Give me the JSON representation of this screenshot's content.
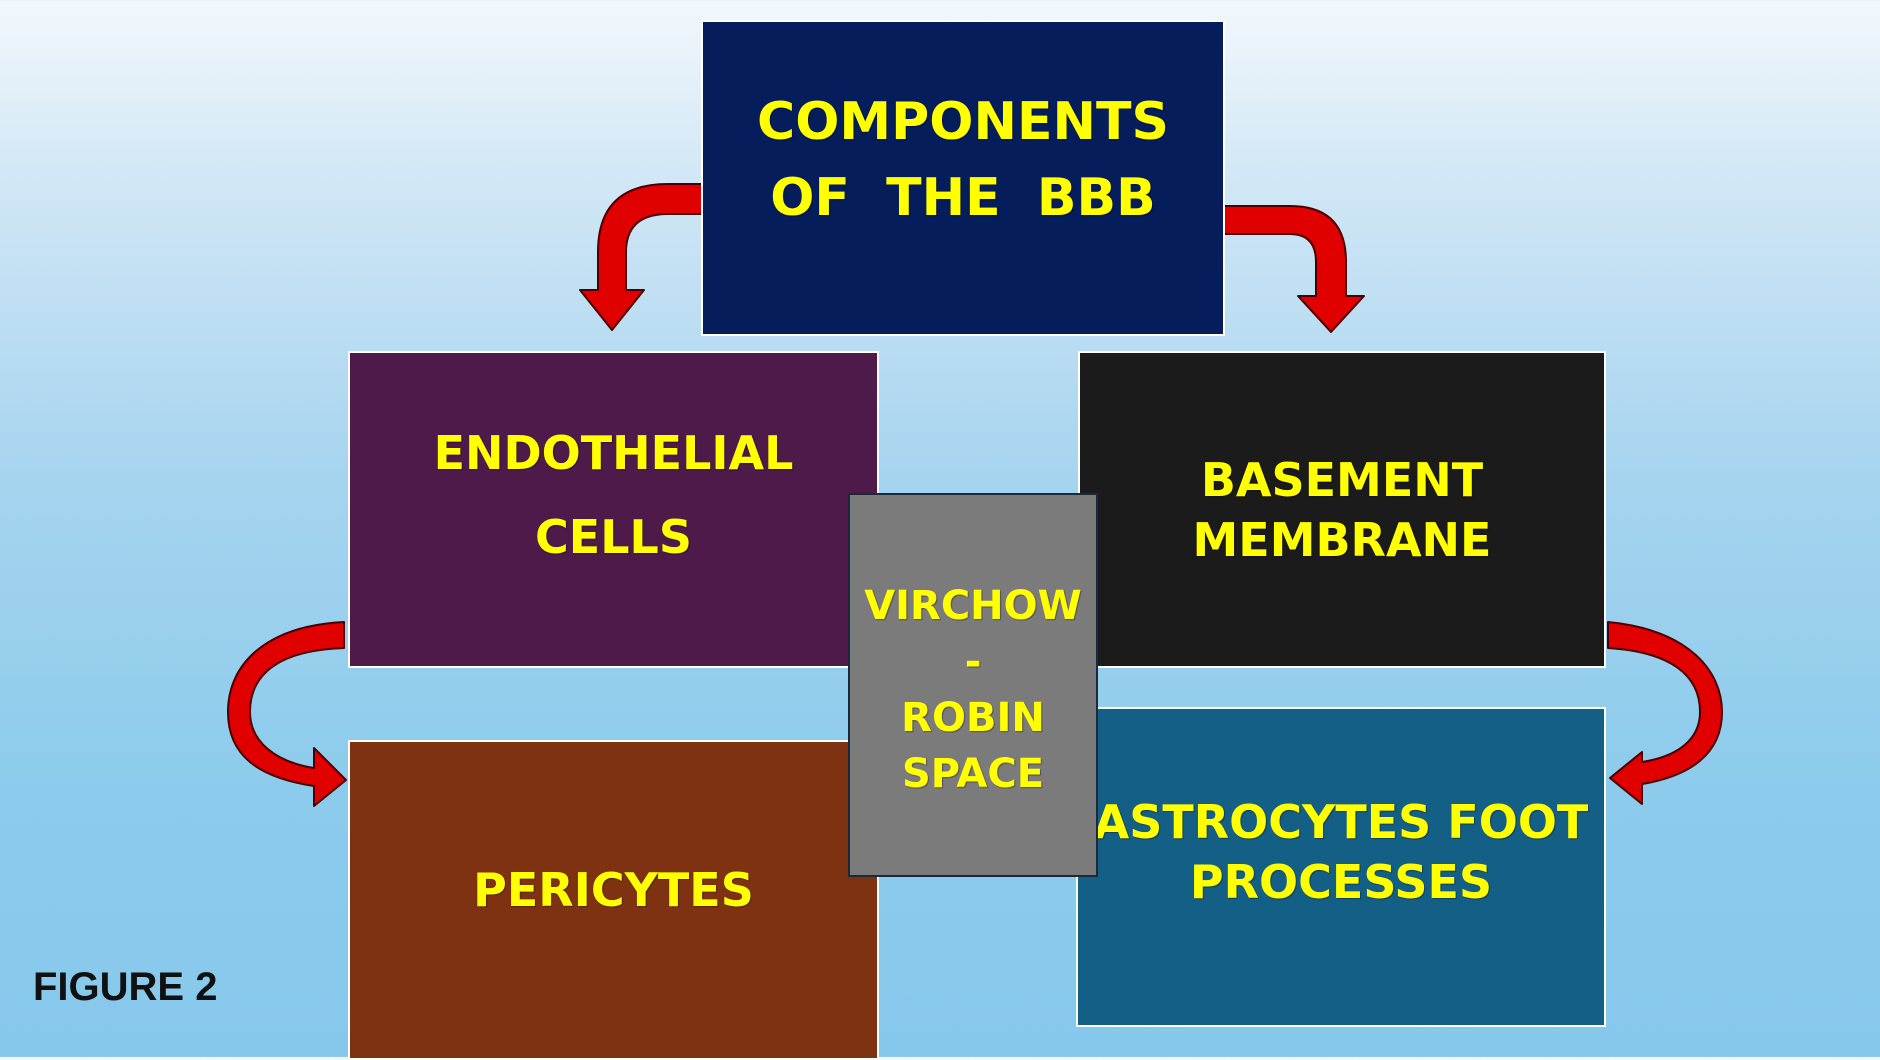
{
  "root": {
    "lines": [
      "COMPONENTS",
      "OF  THE  BBB"
    ]
  },
  "endothelial": {
    "lines": [
      "ENDOTHELIAL",
      "CELLS"
    ]
  },
  "basement": {
    "lines": [
      "BASEMENT",
      "MEMBRANE"
    ]
  },
  "pericytes": {
    "lines": [
      "PERICYTES"
    ]
  },
  "astrocytes": {
    "lines": [
      "ASTROCYTES FOOT",
      "PROCESSES"
    ]
  },
  "virchow": {
    "lines": [
      "VIRCHOW",
      "-",
      "ROBIN",
      "SPACE"
    ]
  },
  "figure_label": "FIGURE 2",
  "colors": {
    "text": "#ffff00",
    "arrow": "#e00000",
    "root_box": "#061d5c",
    "endothelial_box": "#4d1a4a",
    "basement_box": "#1b1b1b",
    "pericytes_box": "#7e3212",
    "astrocytes_box": "#145f86",
    "virchow_box": "#7b7b7b"
  }
}
